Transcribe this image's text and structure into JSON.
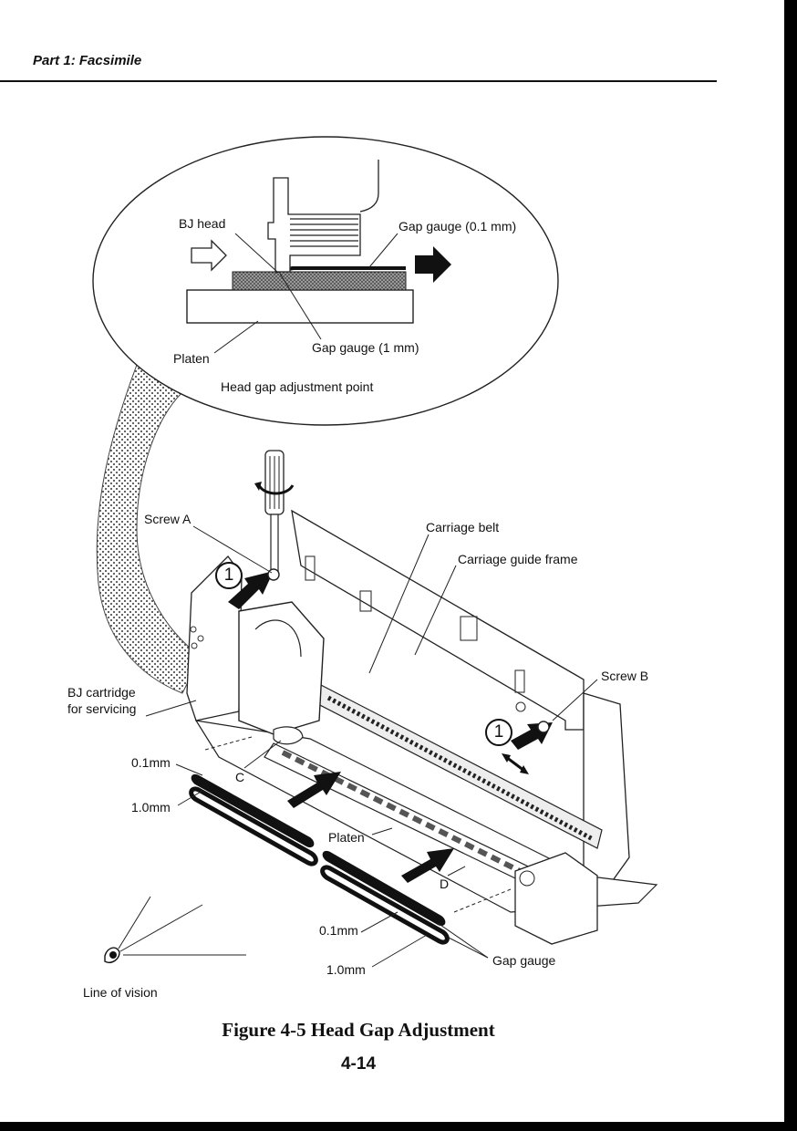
{
  "header": {
    "section": "Part 1:  Facsimile"
  },
  "inset": {
    "bj_head": "BJ head",
    "gap_gauge_01": "Gap gauge (0.1 mm)",
    "platen": "Platen",
    "gap_gauge_1": "Gap gauge (1 mm)",
    "title": "Head gap adjustment point"
  },
  "main": {
    "screw_a": "Screw A",
    "carriage_belt": "Carriage belt",
    "carriage_guide_frame": "Carriage guide frame",
    "screw_b": "Screw B",
    "bj_cartridge_line1": "BJ cartridge",
    "bj_cartridge_line2": "for servicing",
    "step_marker": "1",
    "left_01mm": "0.1mm",
    "left_10mm": "1.0mm",
    "point_c": "C",
    "platen": "Platen",
    "point_d": "D",
    "right_01mm": "0.1mm",
    "right_10mm": "1.0mm",
    "gap_gauge": "Gap gauge",
    "line_of_vision": "Line of vision"
  },
  "caption": "Figure 4-5 Head Gap Adjustment",
  "page_number": "4-14"
}
